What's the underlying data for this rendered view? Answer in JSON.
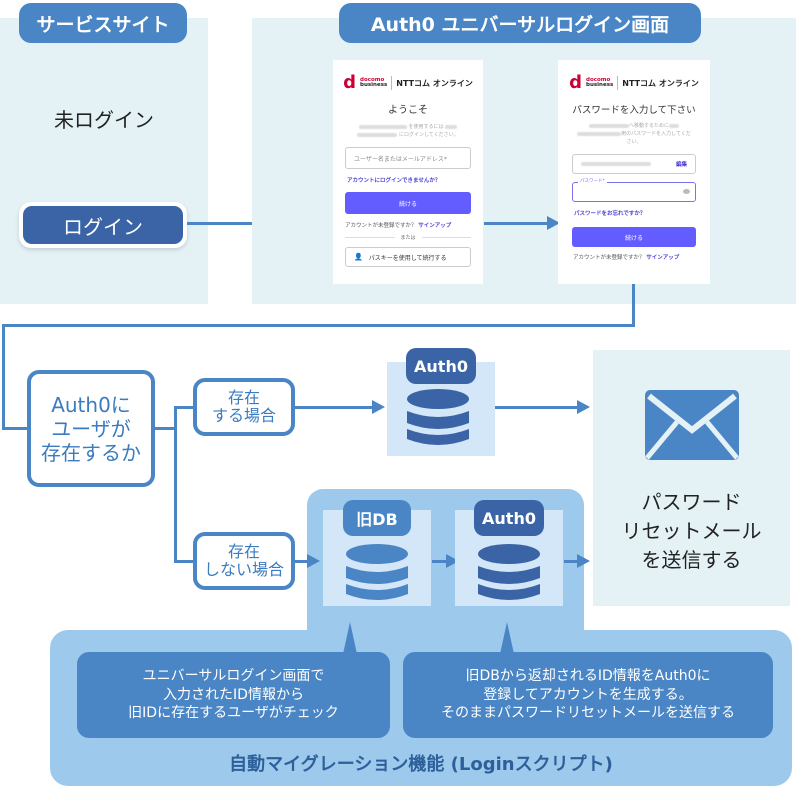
{
  "service_site": {
    "title": "サービスサイト",
    "status": "未ログイン",
    "login_button": "ログイン"
  },
  "universal_login": {
    "title": "Auth0 ユニバーサルログイン画面",
    "screen1": {
      "logo_line1": "docomo",
      "logo_line2": "business",
      "brand": "NTTコム オンライン",
      "heading": "ようこそ",
      "desc_line1": "を使用するには",
      "desc_line2": "にログインしてください。",
      "username_placeholder": "ユーザー名またはメールアドレス*",
      "cant_login_link": "アカウントにログインできませんか？",
      "continue_button": "続ける",
      "no_account_text": "アカウントが未登録ですか？",
      "signup_link": "サインアップ",
      "or_text": "または",
      "passkey_button": "パスキーを使用して続行する"
    },
    "screen2": {
      "logo_line1": "docomo",
      "logo_line2": "business",
      "brand": "NTTコム オンライン",
      "heading": "パスワードを入力して下さい",
      "desc_line1": "へ移動するために",
      "desc_line2": "用のパスワードを入力してくだ",
      "desc_line3": "さい。",
      "email_value": "",
      "edit_link": "編集",
      "password_label": "パスワード*",
      "forgot_link": "パスワードをお忘れですか？",
      "continue_button": "続ける",
      "no_account_text": "アカウントが未登録ですか？",
      "signup_link": "サインアップ"
    }
  },
  "flow": {
    "decision": "Auth0に\nユーザが\n存在するか",
    "exists": "存在\nする場合",
    "not_exists": "存在\nしない場合",
    "auth0_label": "Auth0",
    "old_db_label": "旧DB",
    "auth0_label2": "Auth0",
    "result": "パスワード\nリセットメール\nを送信する"
  },
  "migration": {
    "title": "自動マイグレーション機能 (Loginスクリプト)",
    "bubble_left": "ユニバーサルログイン画面で\n入力されたID情報から\n旧IDに存在するユーザがチェック",
    "bubble_right": "旧DBから返却されるID情報をAuth0に\n登録してアカウントを生成する。\nそのままパスワードリセットメールを送信する"
  },
  "colors": {
    "accent": "#4a86c5",
    "dark_blue": "#3a64a6",
    "light_panel": "#e4f2f6",
    "migration_bg": "#9dcaec",
    "auth0_purple": "#635dff"
  }
}
